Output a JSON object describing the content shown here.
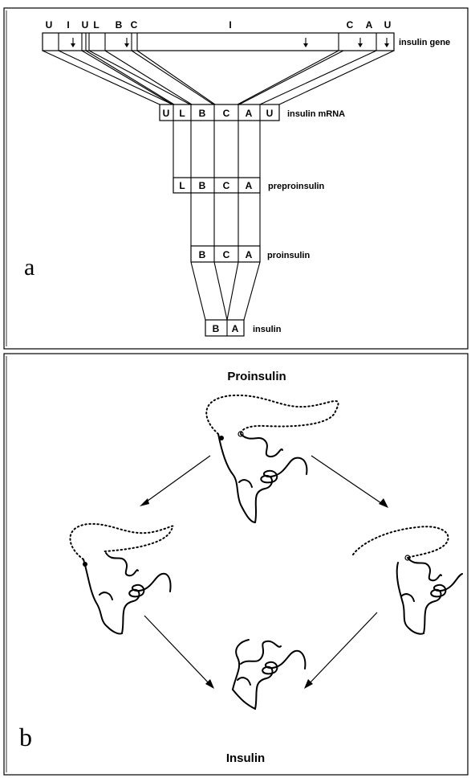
{
  "panel_a": {
    "letter": "a",
    "gene": {
      "segments": [
        "U",
        "I",
        "U",
        "L",
        "B",
        "C",
        "I",
        "C",
        "A",
        "U"
      ],
      "label": "insulin gene"
    },
    "mrna": {
      "segments": [
        "U",
        "L",
        "B",
        "C",
        "A",
        "U"
      ],
      "label": "insulin mRNA"
    },
    "preproinsulin": {
      "segments": [
        "L",
        "B",
        "C",
        "A"
      ],
      "label": "preproinsulin"
    },
    "proinsulin": {
      "segments": [
        "B",
        "C",
        "A"
      ],
      "label": "proinsulin"
    },
    "insulin": {
      "segments": [
        "B",
        "A"
      ],
      "label": "insulin"
    }
  },
  "panel_b": {
    "letter": "b",
    "top_label": "Proinsulin",
    "bottom_label": "Insulin"
  }
}
